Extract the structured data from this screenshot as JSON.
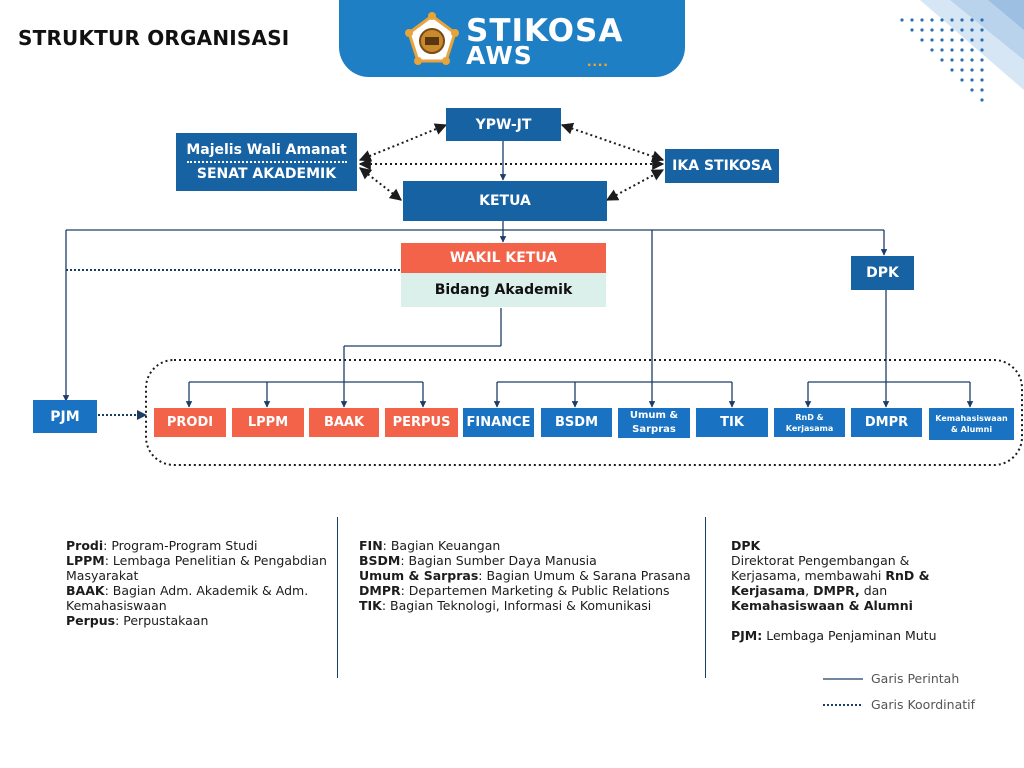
{
  "header": {
    "title": "STRUKTUR ORGANISASI",
    "logo_line1": "STIKOSA",
    "logo_line2": "AWS",
    "logo_dots": "...."
  },
  "colors": {
    "navy": "#1762a3",
    "blue": "#1a73c2",
    "orange": "#f2634a",
    "mint": "#dbefeb",
    "logo_tab": "#1f7fc4",
    "line": "#1c3d66"
  },
  "nodes": {
    "ypw": "YPW-JT",
    "majelis": "Majelis Wali Amanat",
    "senat": "SENAT AKADEMIK",
    "ika": "IKA STIKOSA",
    "ketua": "KETUA",
    "wakil_ketua": "WAKIL KETUA",
    "bidang": "Bidang Akademik",
    "dpk": "DPK",
    "pjm": "PJM"
  },
  "units": {
    "prodi": "PRODI",
    "lppm": "LPPM",
    "baak": "BAAK",
    "perpus": "PERPUS",
    "finance": "FINANCE",
    "bsdm": "BSDM",
    "umum_1": "Umum &",
    "umum_2": "Sarpras",
    "tik": "TIK",
    "rnd_1": "RnD &",
    "rnd_2": "Kerjasama",
    "dmpr": "DMPR",
    "kema_1": "Kemahasiswaan",
    "kema_2": "& Alumni"
  },
  "legend": {
    "col1": [
      {
        "abbr": "Prodi",
        "desc": ": Program-Program Studi"
      },
      {
        "abbr": "LPPM",
        "desc": ": Lembaga Penelitian & Pengabdian"
      },
      {
        "abbr": "",
        "desc": "Masyarakat"
      },
      {
        "abbr": "BAAK",
        "desc": ": Bagian Adm. Akademik & Adm."
      },
      {
        "abbr": "",
        "desc": "Kemahasiswaan"
      },
      {
        "abbr": "Perpus",
        "desc": ": Perpustakaan"
      }
    ],
    "col2": [
      {
        "abbr": "FIN",
        "desc": ": Bagian Keuangan"
      },
      {
        "abbr": "BSDM",
        "desc": ": Bagian Sumber Daya Manusia"
      },
      {
        "abbr": "Umum & Sarpras",
        "desc": ": Bagian Umum & Sarana Prasana"
      },
      {
        "abbr": "DMPR",
        "desc": ": Departemen Marketing & Public Relations"
      },
      {
        "abbr": "TIK",
        "desc": ": Bagian Teknologi, Informasi & Komunikasi"
      }
    ],
    "col3": {
      "dpk_title": "DPK",
      "dpk_line1": "Direktorat Pengembangan &",
      "dpk_line2_a": "Kerjasama, membawahi ",
      "dpk_line2_b": "RnD &",
      "dpk_line3_a": "Kerjasama",
      "dpk_line3_b": ", ",
      "dpk_line3_c": "DMPR,",
      "dpk_line3_d": " dan",
      "dpk_line4": " Kemahasiswaan & Alumni",
      "pjm_abbr": "PJM:",
      "pjm_desc": " Lembaga Penjaminan Mutu"
    }
  },
  "line_key": {
    "command": "Garis Perintah",
    "coordination": "Garis Koordinatif"
  }
}
